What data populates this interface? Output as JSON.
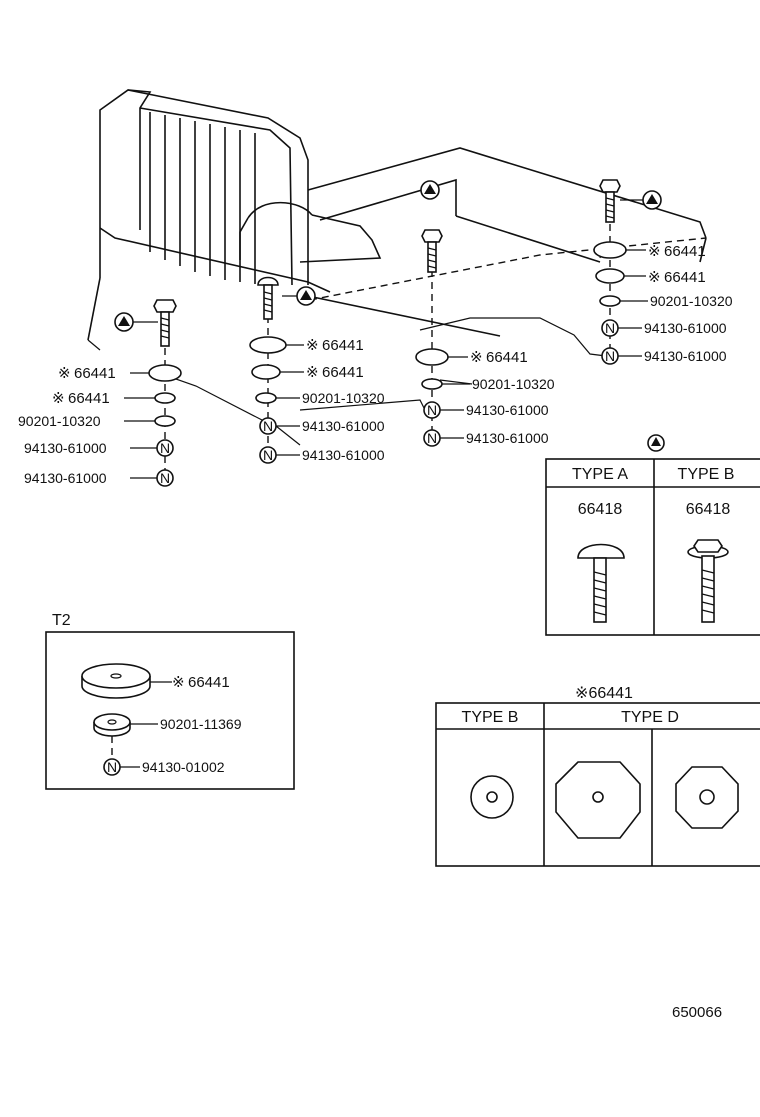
{
  "labels": {
    "p66441": "66441",
    "p90201_10320": "90201-10320",
    "p94130_61000": "94130-61000",
    "p90201_11369": "90201-11369",
    "p94130_01002": "94130-01002",
    "p66418": "66418",
    "p66418_b": "66418",
    "asterisk": "※",
    "nut_letter": "N",
    "triangle_mark": "▲"
  },
  "t2_box": {
    "title": "T2"
  },
  "bolt_table": {
    "type_a": "TYPE A",
    "type_b": "TYPE B"
  },
  "washer_table": {
    "title": "※66441",
    "type_b": "TYPE B",
    "type_d": "TYPE D"
  },
  "figure_number": "650066"
}
